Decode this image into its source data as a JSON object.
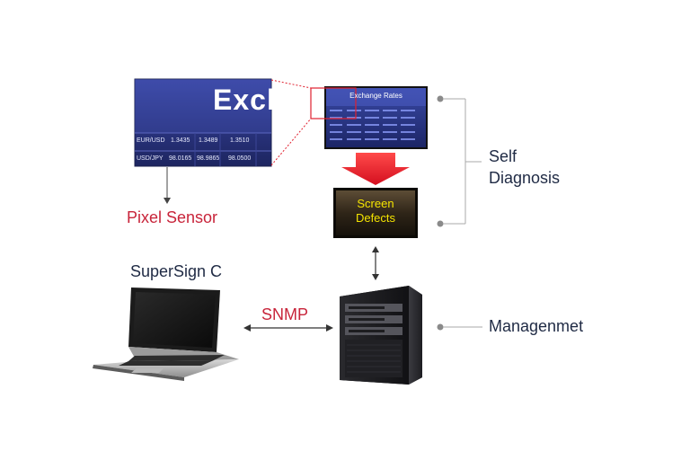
{
  "zoom_display": {
    "title": "Exch",
    "rows": [
      {
        "pair": "EUR/USD",
        "values": [
          "1.3435",
          "1.3489",
          "1.3510"
        ]
      },
      {
        "pair": "USD/JPY",
        "values": [
          "98.0165",
          "98.9865",
          "98.0500"
        ]
      }
    ]
  },
  "monitor": {
    "title": "Exchange Rates"
  },
  "defects_box": {
    "line1": "Screen",
    "line2": "Defects"
  },
  "labels": {
    "pixel_sensor": "Pixel Sensor",
    "self_diagnosis_line1": "Self",
    "self_diagnosis_line2": "Diagnosis",
    "supersign": "SuperSign C",
    "snmp": "SNMP",
    "management": "Managenmet"
  },
  "colors": {
    "accent_red": "#e0202e",
    "label_red": "#c8243a",
    "navy": "#1f2a44",
    "display_blue": "#2b3a8c",
    "defect_text": "#f4e400"
  }
}
